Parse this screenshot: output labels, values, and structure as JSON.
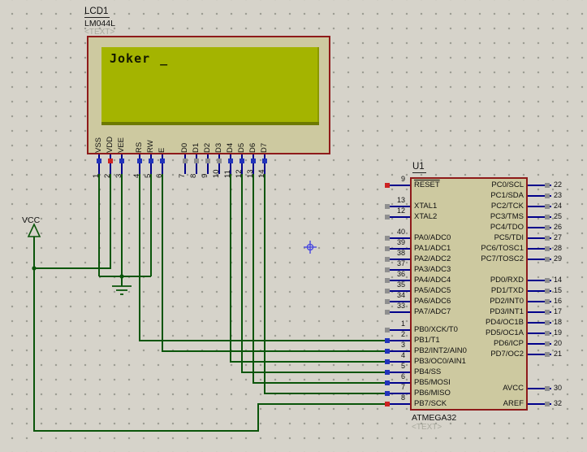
{
  "colors": {
    "background": "#d6d3ca",
    "wire": "#0a550a",
    "component_border": "#8e1a1a",
    "component_fill": "#cdc9a0",
    "lcd_screen": "#a4b400",
    "pin_stub": "#00008b",
    "state_high": "#cc2222",
    "state_low": "#2233bb",
    "state_float": "#8f8f8f",
    "annotation_text": "#a9aa9e",
    "crosshair": "#4a4ae0"
  },
  "lcd": {
    "ref": "LCD1",
    "model": "LM044L",
    "annotation": "<TEXT>",
    "display_text": "Joker",
    "cursor_char": "_",
    "pins": [
      {
        "num": "1",
        "name": "VSS",
        "state": "low"
      },
      {
        "num": "2",
        "name": "VDD",
        "state": "high"
      },
      {
        "num": "3",
        "name": "VEE",
        "state": "low"
      },
      {
        "num": "4",
        "name": "RS",
        "state": "low"
      },
      {
        "num": "5",
        "name": "RW",
        "state": "low"
      },
      {
        "num": "6",
        "name": "E",
        "state": "low"
      },
      {
        "num": "7",
        "name": "D0",
        "state": "float"
      },
      {
        "num": "8",
        "name": "D1",
        "state": "float"
      },
      {
        "num": "9",
        "name": "D2",
        "state": "float"
      },
      {
        "num": "10",
        "name": "D3",
        "state": "float"
      },
      {
        "num": "11",
        "name": "D4",
        "state": "low"
      },
      {
        "num": "12",
        "name": "D5",
        "state": "low"
      },
      {
        "num": "13",
        "name": "D6",
        "state": "low"
      },
      {
        "num": "14",
        "name": "D7",
        "state": "low"
      }
    ]
  },
  "mcu": {
    "ref": "U1",
    "model": "ATMEGA32",
    "annotation": "<TEXT>",
    "left_pins": [
      {
        "num": "9",
        "name": "RESET",
        "overline": true,
        "state": "high"
      },
      {
        "num": "13",
        "name": "XTAL1",
        "state": "float"
      },
      {
        "num": "12",
        "name": "XTAL2",
        "state": "float"
      },
      {
        "num": "40",
        "name": "PA0/ADC0",
        "state": "float"
      },
      {
        "num": "39",
        "name": "PA1/ADC1",
        "state": "float"
      },
      {
        "num": "38",
        "name": "PA2/ADC2",
        "state": "float"
      },
      {
        "num": "37",
        "name": "PA3/ADC3",
        "state": "float"
      },
      {
        "num": "36",
        "name": "PA4/ADC4",
        "state": "float"
      },
      {
        "num": "35",
        "name": "PA5/ADC5",
        "state": "float"
      },
      {
        "num": "34",
        "name": "PA6/ADC6",
        "state": "float"
      },
      {
        "num": "33",
        "name": "PA7/ADC7",
        "state": "float"
      },
      {
        "num": "1",
        "name": "PB0/XCK/T0",
        "state": "float"
      },
      {
        "num": "2",
        "name": "PB1/T1",
        "state": "low"
      },
      {
        "num": "3",
        "name": "PB2/INT2/AIN0",
        "state": "low"
      },
      {
        "num": "4",
        "name": "PB3/OC0/AIN1",
        "state": "low"
      },
      {
        "num": "5",
        "name": "PB4/SS",
        "state": "low"
      },
      {
        "num": "6",
        "name": "PB5/MOSI",
        "state": "low"
      },
      {
        "num": "7",
        "name": "PB6/MISO",
        "state": "low"
      },
      {
        "num": "8",
        "name": "PB7/SCK",
        "state": "high"
      }
    ],
    "right_pins": [
      {
        "num": "22",
        "name": "PC0/SCL",
        "state": "float"
      },
      {
        "num": "23",
        "name": "PC1/SDA",
        "state": "float"
      },
      {
        "num": "24",
        "name": "PC2/TCK",
        "state": "float"
      },
      {
        "num": "25",
        "name": "PC3/TMS",
        "state": "float"
      },
      {
        "num": "26",
        "name": "PC4/TDO",
        "state": "float"
      },
      {
        "num": "27",
        "name": "PC5/TDI",
        "state": "float"
      },
      {
        "num": "28",
        "name": "PC6/TOSC1",
        "state": "float"
      },
      {
        "num": "29",
        "name": "PC7/TOSC2",
        "state": "float"
      },
      {
        "num": "14",
        "name": "PD0/RXD",
        "state": "float"
      },
      {
        "num": "15",
        "name": "PD1/TXD",
        "state": "float"
      },
      {
        "num": "16",
        "name": "PD2/INT0",
        "state": "float"
      },
      {
        "num": "17",
        "name": "PD3/INT1",
        "state": "float"
      },
      {
        "num": "18",
        "name": "PD4/OC1B",
        "state": "float"
      },
      {
        "num": "19",
        "name": "PD5/OC1A",
        "state": "float"
      },
      {
        "num": "20",
        "name": "PD6/ICP",
        "state": "float"
      },
      {
        "num": "21",
        "name": "PD7/OC2",
        "state": "float"
      },
      {
        "num": "30",
        "name": "AVCC",
        "state": "float"
      },
      {
        "num": "32",
        "name": "AREF",
        "state": "float"
      }
    ]
  },
  "power": {
    "vcc_label": "VCC"
  }
}
